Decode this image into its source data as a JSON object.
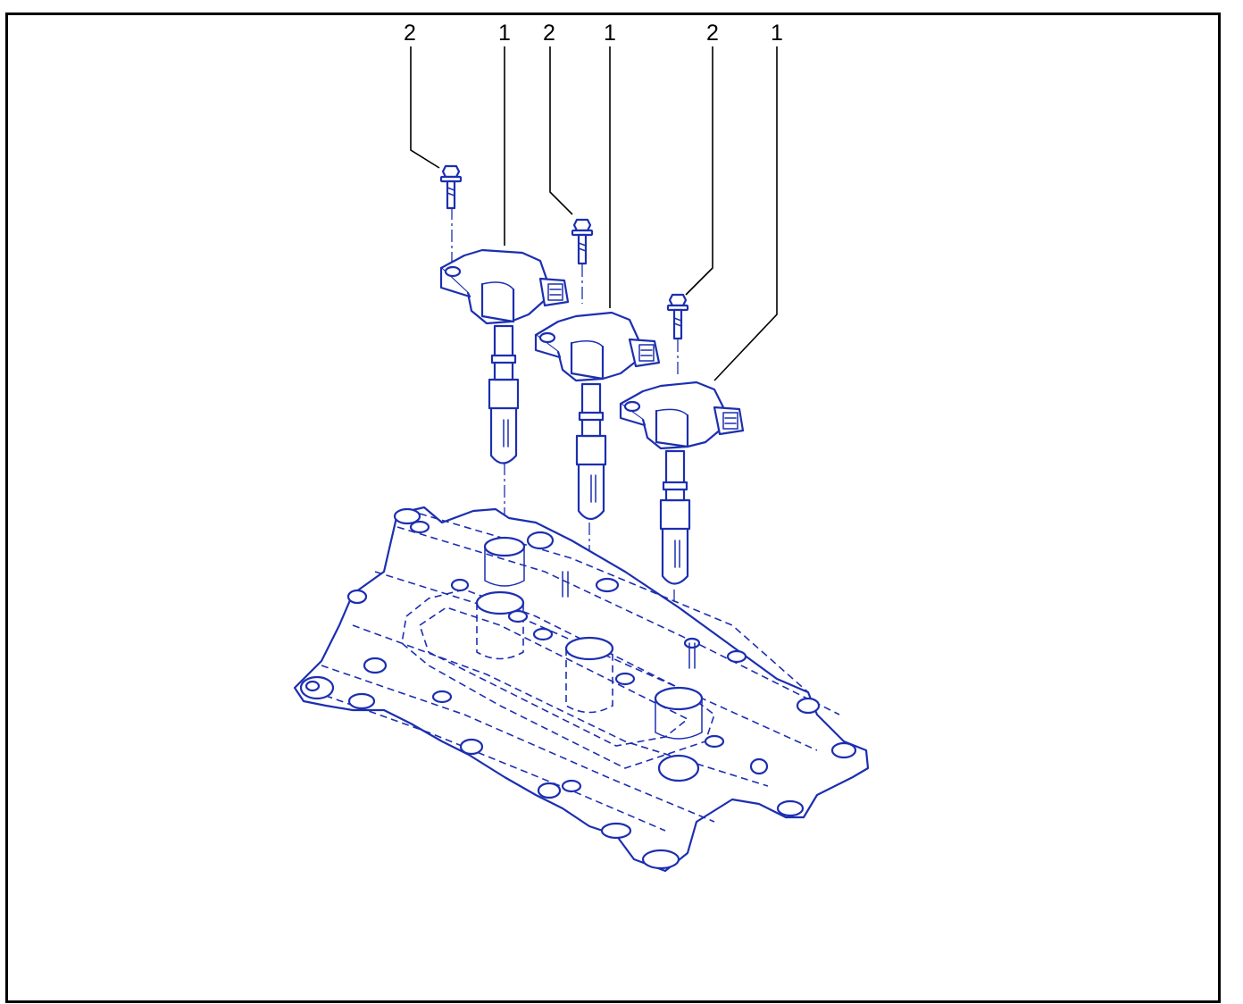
{
  "callouts": [
    {
      "label": "2"
    },
    {
      "label": "1"
    },
    {
      "label": "2"
    },
    {
      "label": "1"
    },
    {
      "label": "2"
    },
    {
      "label": "1"
    }
  ],
  "colors": {
    "line": "#1c2fb0",
    "leader": "#000000",
    "frame": "#000000"
  }
}
